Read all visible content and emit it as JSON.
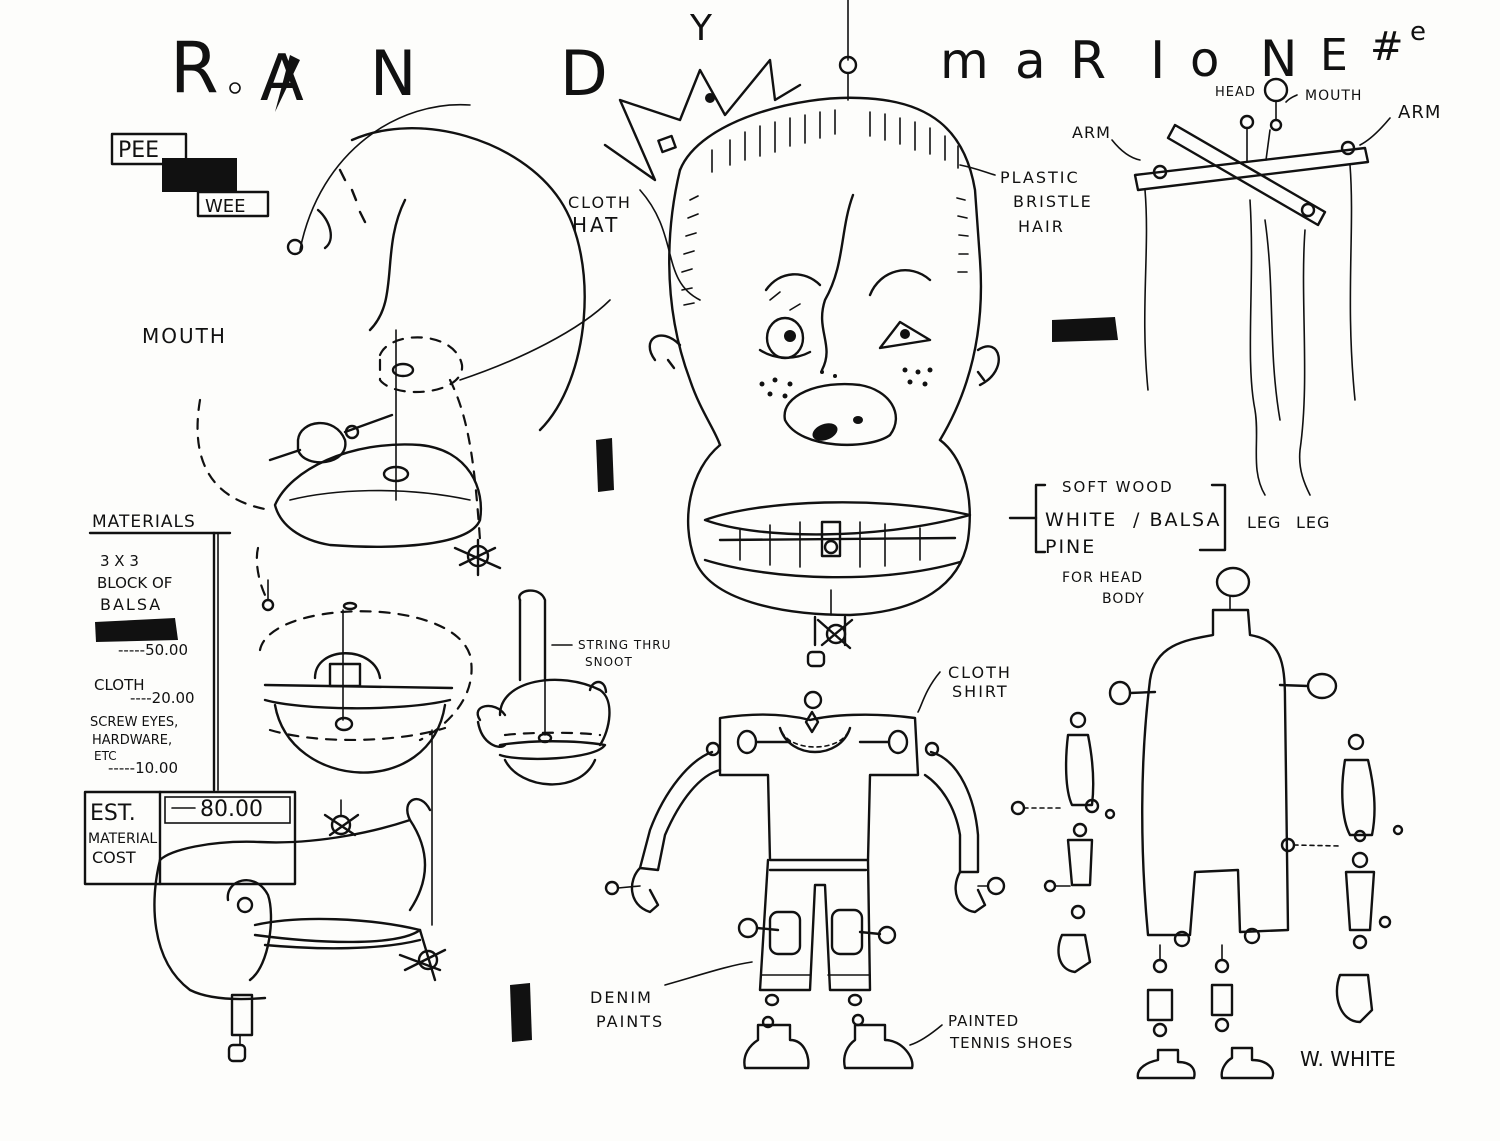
{
  "title": {
    "randy": [
      "R",
      "A",
      "N",
      "D",
      "Y"
    ],
    "marionette": [
      "m",
      "a",
      "R",
      "I",
      "o",
      "N",
      "E",
      "#",
      "e"
    ]
  },
  "brand": {
    "line1": "PEE",
    "line2": "WEE"
  },
  "labels": {
    "mouth_left": "MOUTH",
    "cloth_hat_1": "CLOTH",
    "cloth_hat_2": "HAT",
    "hair_1": "PLASTIC",
    "hair_2": "BRISTLE",
    "hair_3": "HAIR",
    "control_head": "HEAD",
    "control_mouth": "MOUTH",
    "control_arm_left": "ARM",
    "control_arm_right": "ARM",
    "soft_wood": "SOFT WOOD",
    "white": "WHITE",
    "balsa": "/ BALSA",
    "pine": "PINE",
    "for_head": "FOR HEAD",
    "body": "BODY",
    "leg1": "LEG",
    "leg2": "LEG",
    "string_1": "STRING THRU",
    "string_2": "SNOOT",
    "cloth_shirt_1": "CLOTH",
    "cloth_shirt_2": "SHIRT",
    "denim_1": "DENIM",
    "denim_2": "PAINTS",
    "shoes_1": "PAINTED",
    "shoes_2": "TENNIS SHOES",
    "signature": "W. WHITE"
  },
  "materials": {
    "heading": "MATERIALS",
    "items": [
      {
        "lines": [
          "3 X 3",
          "BLOCK OF",
          "BALSA"
        ],
        "price": "-----50.00"
      },
      {
        "lines": [
          "CLOTH"
        ],
        "price": "----20.00"
      },
      {
        "lines": [
          "SCREW EYES,",
          "HARDWARE,",
          "ETC"
        ],
        "price": "-----10.00"
      }
    ],
    "est_label_1": "EST.",
    "est_label_2": "MATERIAL",
    "est_label_3": "COST",
    "total": "80.00"
  }
}
